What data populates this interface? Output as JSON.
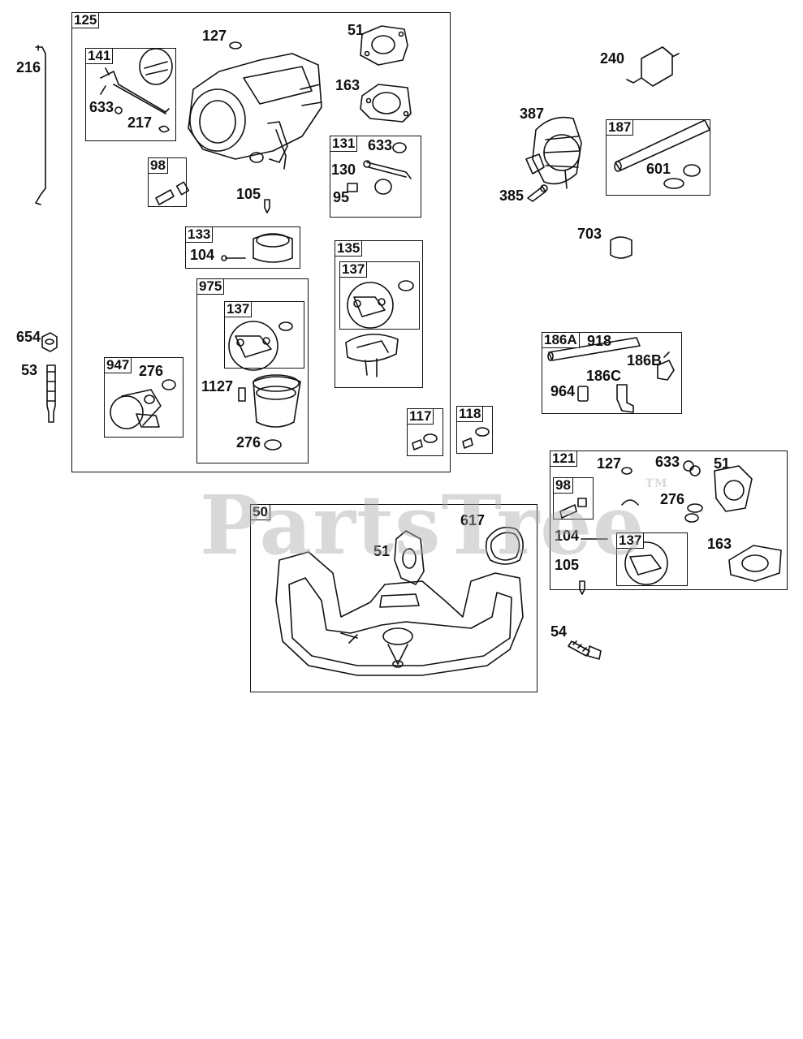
{
  "watermark": {
    "text": "PartsTree",
    "tm": "TM"
  },
  "groups": {
    "g125": "125",
    "g141": "141",
    "g98a": "98",
    "g133": "133",
    "g975": "975",
    "g137a": "137",
    "g947": "947",
    "g131": "131",
    "g135": "135",
    "g137b": "137",
    "g117": "117",
    "g118": "118",
    "g187": "187",
    "g186a": "186A",
    "g121": "121",
    "g98b": "98",
    "g137c": "137",
    "g50": "50"
  },
  "callouts": {
    "c216": "216",
    "c654": "654",
    "c53": "53",
    "c127a": "127",
    "c51a": "51",
    "c163a": "163",
    "c633a": "633",
    "c217": "217",
    "c105a": "105",
    "c104a": "104",
    "c1127": "1127",
    "c276a": "276",
    "c276b": "276",
    "c633b": "633",
    "c130": "130",
    "c95": "95",
    "c240": "240",
    "c387": "387",
    "c385": "385",
    "c601": "601",
    "c703": "703",
    "c918": "918",
    "c186b": "186B",
    "c186c": "186C",
    "c964": "964",
    "c127b": "127",
    "c633c": "633",
    "c51b": "51",
    "c276c": "276",
    "c104b": "104",
    "c105b": "105",
    "c163b": "163",
    "c617": "617",
    "c51c": "51",
    "c54": "54"
  }
}
